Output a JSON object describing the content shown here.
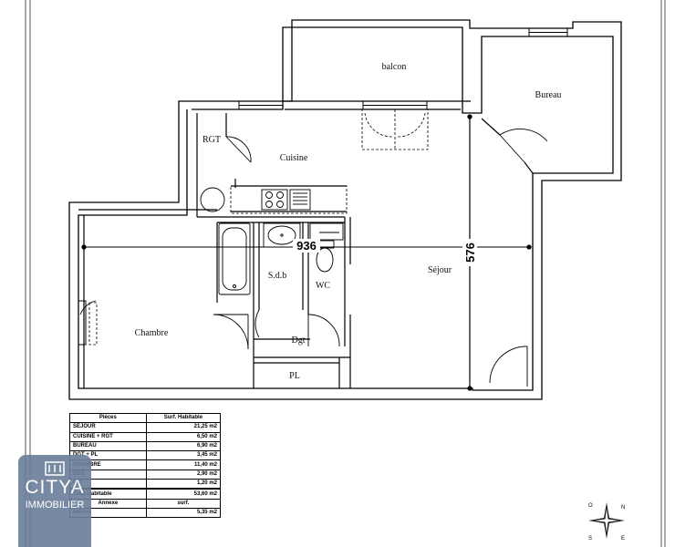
{
  "rooms": {
    "balcon": "balcon",
    "bureau": "Bureau",
    "rgt": "RGT",
    "cuisine": "Cuisine",
    "sejour": "Séjour",
    "sdb": "S.d.b",
    "wc": "WC",
    "chambre": "Chambre",
    "dgt": "Dgt",
    "pl": "PL"
  },
  "dimensions": {
    "width": "936",
    "depth": "576"
  },
  "surface_table": {
    "header_pieces": "Pièces",
    "header_surface": "Surf. Habitable",
    "rows": [
      {
        "piece": "SÉJOUR",
        "area": "21,25 m2"
      },
      {
        "piece": "CUISINE + RGT",
        "area": "6,50 m2"
      },
      {
        "piece": "BUREAU",
        "area": "6,90 m2"
      },
      {
        "piece": "DGT + PL",
        "area": "3,45 m2"
      },
      {
        "piece": "CHAMBRE",
        "area": "11,40 m2"
      },
      {
        "piece": "SDB",
        "area": "2,90 m2"
      },
      {
        "piece": "WC",
        "area": "1,20 m2"
      }
    ],
    "total_label": "Total Habitable",
    "total_area": "53,60 m2",
    "annexe_label": "Annexe",
    "annexe_surf": "surf.",
    "balcon_label": "balcon",
    "balcon_area": "5,35 m2"
  },
  "logo": {
    "brand": "CITYA",
    "sub": "IMMOBILIER"
  },
  "compass": {
    "n": "N",
    "s": "S",
    "e": "E",
    "o": "O"
  },
  "colors": {
    "wall": "#000000",
    "logo_bg": "#6d7f9c"
  }
}
